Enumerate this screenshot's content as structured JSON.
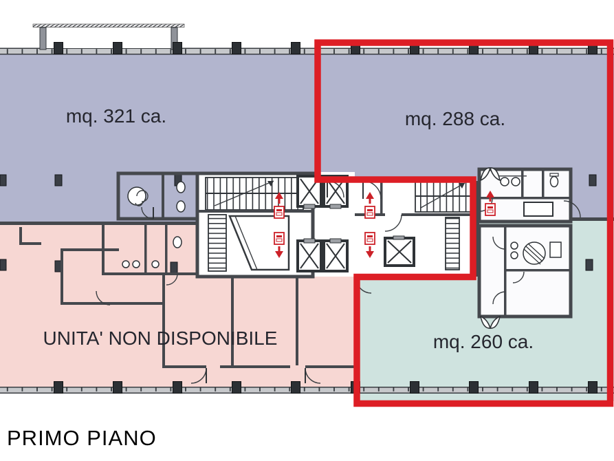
{
  "page": {
    "title": "PRIMO PIANO"
  },
  "floor_plan": {
    "units": [
      {
        "id": "unit-top-left",
        "label": "mq. 321 ca.",
        "area_mq": 321,
        "fill": "#b2b5ce",
        "outlined_red": false
      },
      {
        "id": "unit-top-right",
        "label": "mq. 288 ca.",
        "area_mq": 288,
        "fill": "#b2b5ce",
        "outlined_red": true
      },
      {
        "id": "unit-bottom-left",
        "label": "UNITA' NON DISPONIBILE",
        "fill": "#f7d7d3",
        "outlined_red": false
      },
      {
        "id": "unit-bottom-right",
        "label": "mq. 260 ca.",
        "area_mq": 260,
        "fill": "#cfe3df",
        "outlined_red": true
      }
    ],
    "colors": {
      "red_outline": "#dd1e25",
      "wall": "#45484d",
      "facade_band": "#c6c8cb",
      "column": "#2c3034",
      "label_text": "#25262e",
      "title_text": "#000000"
    },
    "icons": {
      "stairs": "hatched-tread-run",
      "elevator": "box-with-x",
      "fire_extinguisher": "red-outlined-box",
      "exit_arrow": "solid-red-arrow",
      "sink": "small-circle",
      "wc": "oval-toilet",
      "accessible_wc": "turning-circle-hatched",
      "double-swing-door": "butterfly-leaves"
    }
  }
}
